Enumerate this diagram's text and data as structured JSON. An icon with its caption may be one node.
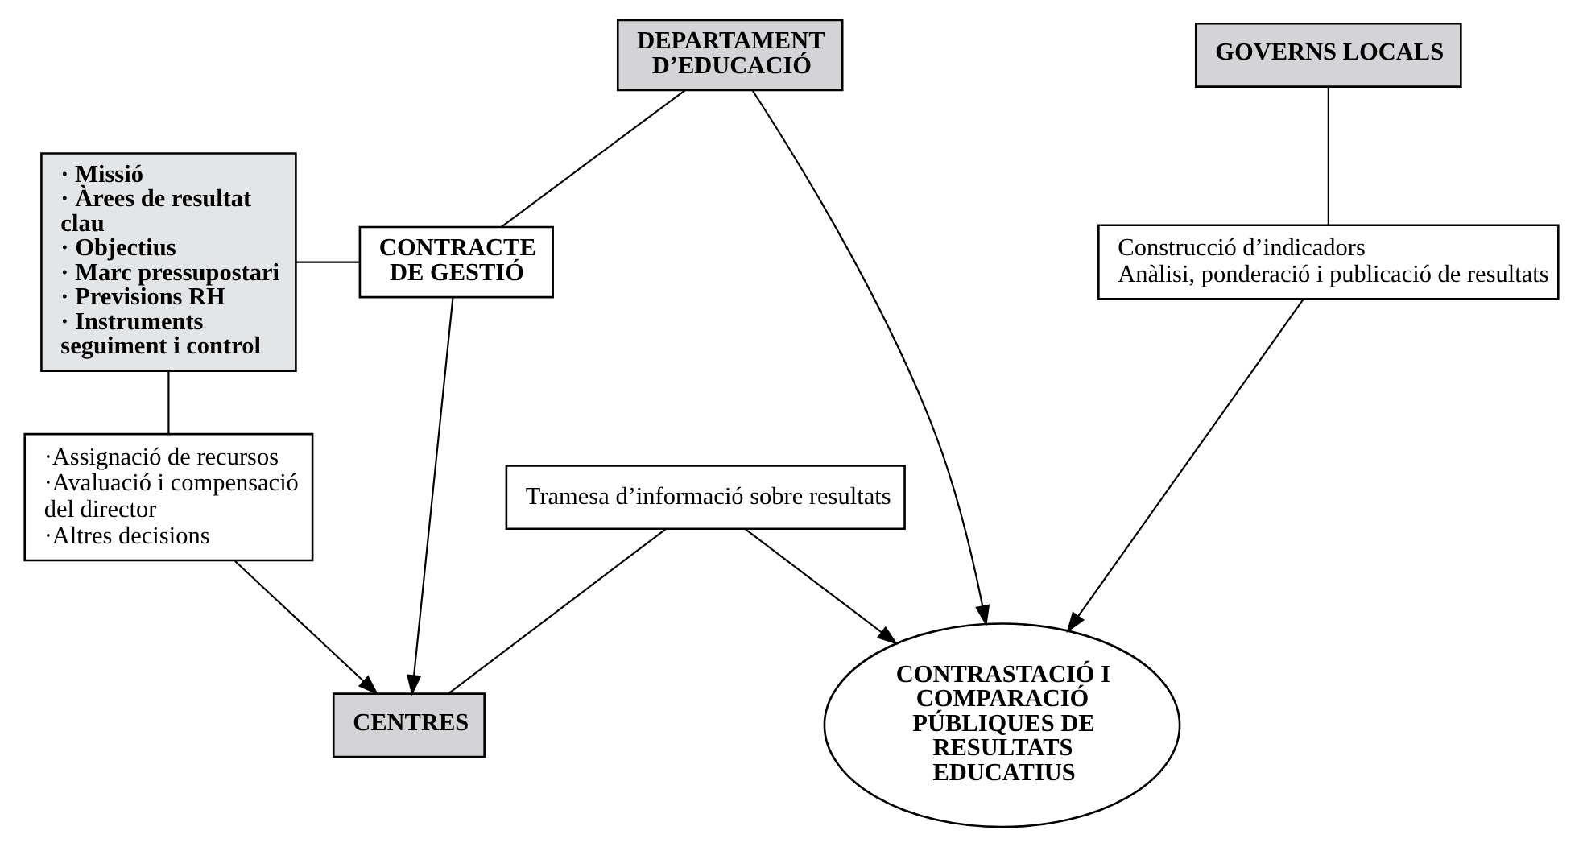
{
  "diagram": {
    "nodes": [
      {
        "text": [
          "DEPARTAMENT D’EDUCACIÓ"
        ]
      },
      {
        "text": [
          "GOVERNS LOCALS"
        ]
      },
      {
        "text": [
          "· Missió",
          "· Àrees de resultat clau",
          "· Objectius",
          "· Marc pressupostari",
          "· Previsions RH",
          "· Instruments seguiment i control"
        ]
      },
      {
        "text": [
          "CONTRACTE DE GESTIÓ"
        ]
      },
      {
        "text": [
          "Construcció d’indicadors",
          "Anàlisi, ponderació i publicació de resultats"
        ]
      },
      {
        "text": [
          "CONTRASTACIÓ I COMPARACIÓ PÚBLIQUES DE RESULTATS EDUCATIUS"
        ]
      },
      {
        "text": [
          "·Assignació de recursos",
          "·Avaluació i compensació del director",
          "·Altres decisions"
        ]
      },
      {
        "text": [
          "CENTRES"
        ]
      },
      {
        "text": [
          "Tramesa d’informació sobre resultats"
        ]
      }
    ],
    "edges": [
      {
        "from": 0,
        "to": 3,
        "arrow": "none"
      },
      {
        "from": 3,
        "to": 7,
        "arrow": "to"
      },
      {
        "from": 0,
        "to": 5,
        "arrow": "to"
      },
      {
        "from": 2,
        "to": 3,
        "arrow": "none"
      },
      {
        "from": 1,
        "to": 4,
        "arrow": "none"
      },
      {
        "from": 4,
        "to": 5,
        "arrow": "to"
      },
      {
        "from": 2,
        "to": 6,
        "arrow": "none"
      },
      {
        "from": 6,
        "to": 7,
        "arrow": "to"
      },
      {
        "from": 7,
        "to": 8,
        "arrow": "none"
      },
      {
        "from": 8,
        "to": 5,
        "arrow": "to"
      }
    ]
  }
}
